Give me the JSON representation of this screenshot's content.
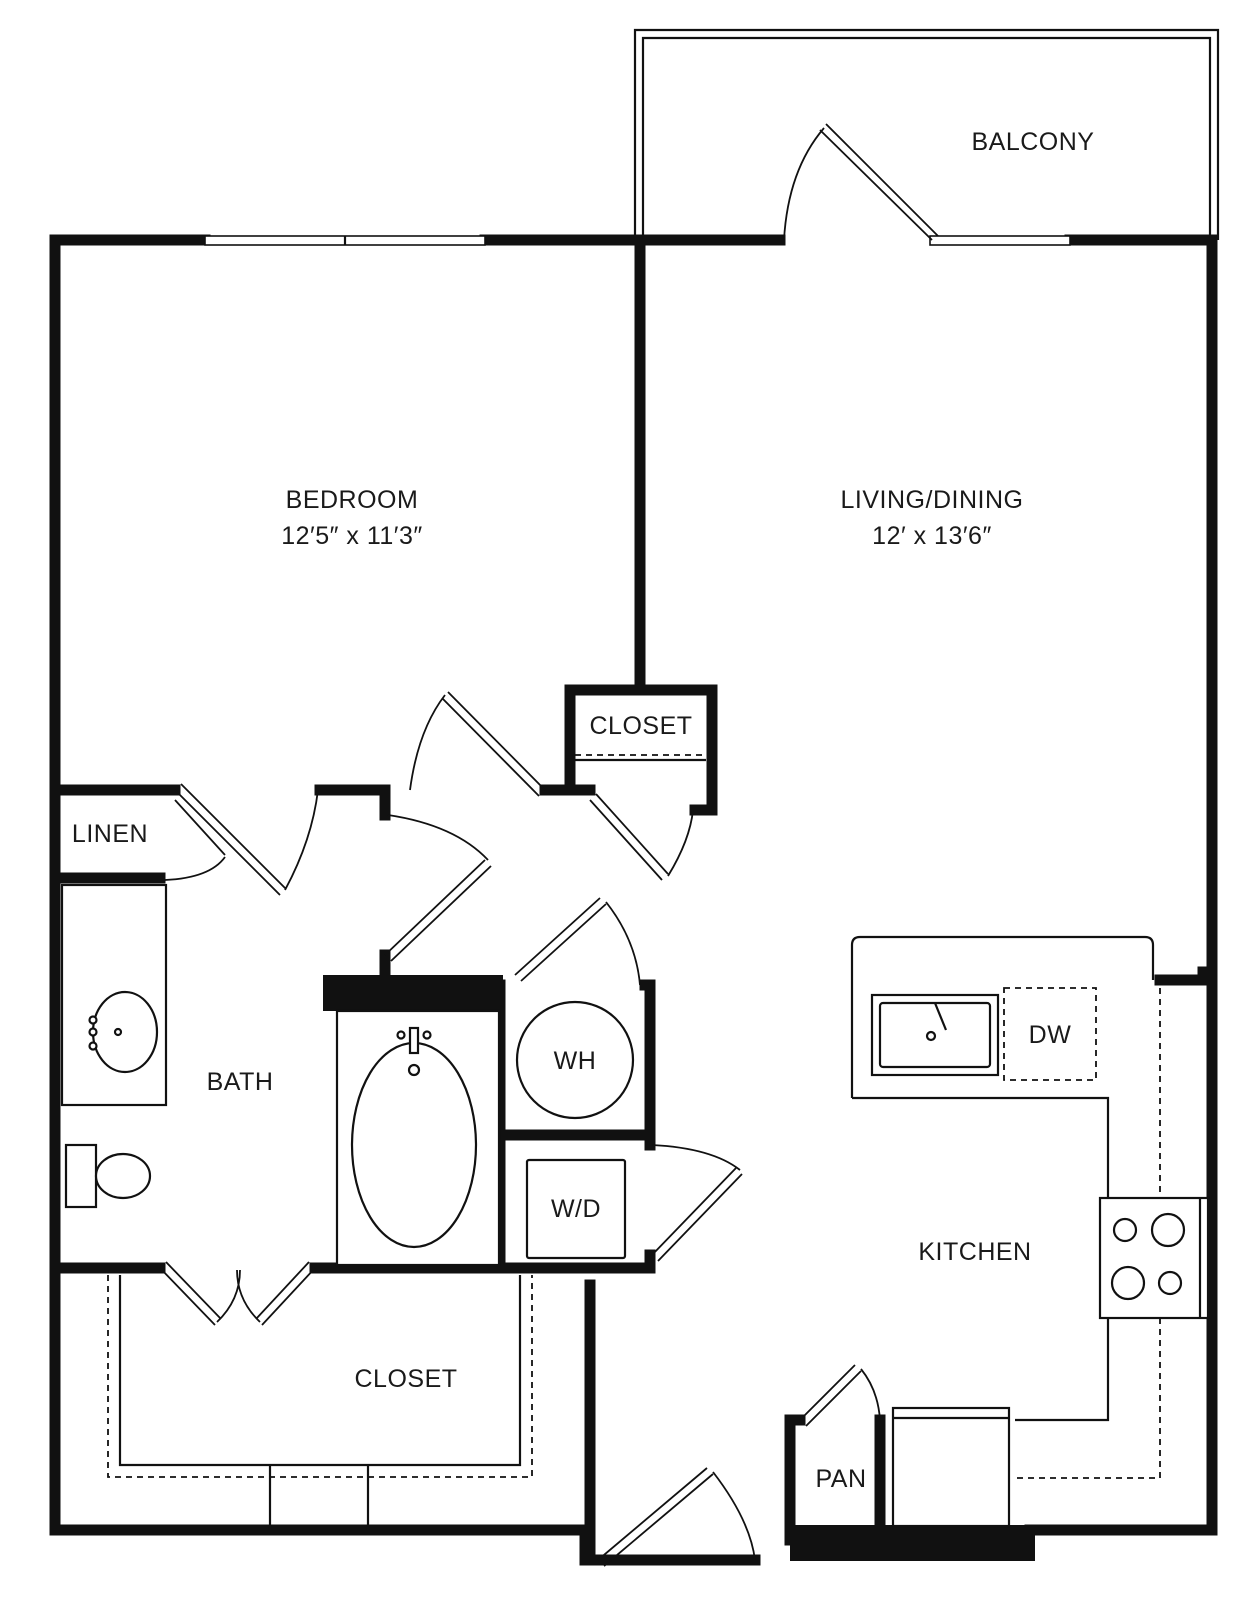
{
  "rooms": {
    "balcony": {
      "name": "BALCONY"
    },
    "bedroom": {
      "name": "BEDROOM",
      "dims": "12′5″ x 11′3″"
    },
    "living": {
      "name": "LIVING/DINING",
      "dims": "12′ x 13′6″"
    },
    "closet_small": {
      "name": "CLOSET"
    },
    "linen": {
      "name": "LINEN"
    },
    "bath": {
      "name": "BATH"
    },
    "wh": {
      "name": "WH"
    },
    "wd": {
      "name": "W/D"
    },
    "dw": {
      "name": "DW"
    },
    "kitchen": {
      "name": "KITCHEN"
    },
    "closet_large": {
      "name": "CLOSET"
    },
    "pan": {
      "name": "PAN"
    }
  }
}
